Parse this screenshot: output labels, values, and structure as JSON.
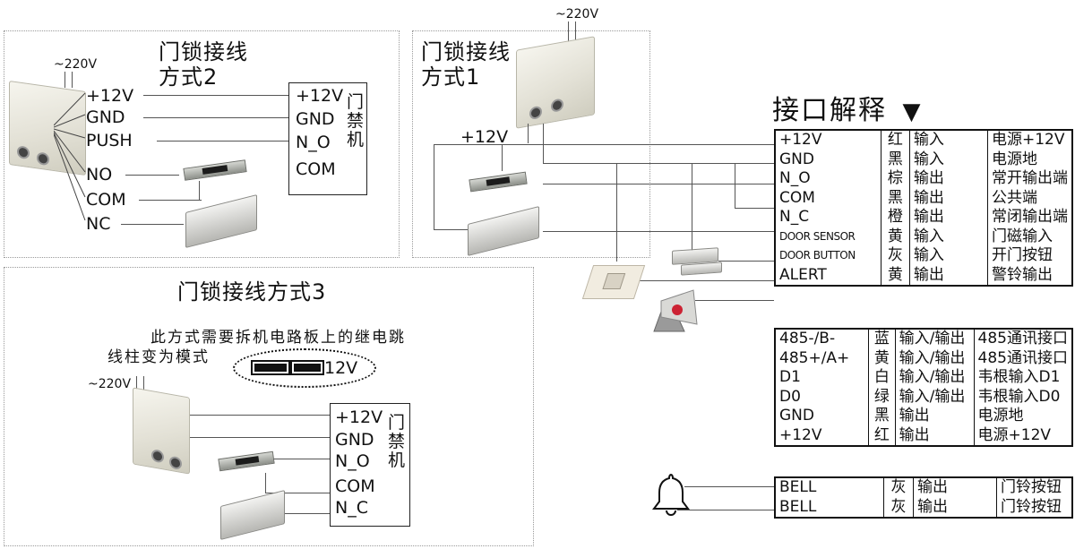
{
  "explain": {
    "title": "接口解释",
    "arrow": "▼",
    "group1": [
      [
        "+12V",
        "红",
        "输入",
        "电源+12V"
      ],
      [
        "GND",
        "黑",
        "输入",
        "电源地"
      ],
      [
        "N_O",
        "棕",
        "输出",
        "常开输出端"
      ],
      [
        "COM",
        "黑",
        "输出",
        "公共端"
      ],
      [
        "N_C",
        "橙",
        "输出",
        "常闭输出端"
      ],
      [
        "DOOR SENSOR",
        "黄",
        "输入",
        "门磁输入"
      ],
      [
        "DOOR BUTTON",
        "灰",
        "输入",
        "开门按钮"
      ],
      [
        "ALERT",
        "黄",
        "输出",
        "警铃输出"
      ]
    ],
    "group2": [
      [
        "485-/B-",
        "蓝",
        "输入/输出",
        "485通讯接口"
      ],
      [
        "485+/A+",
        "黄",
        "输入/输出",
        "485通讯接口"
      ],
      [
        "D1",
        "白",
        "输入/输出",
        "韦根输入D1"
      ],
      [
        "D0",
        "绿",
        "输入/输出",
        "韦根输入D0"
      ],
      [
        "GND",
        "黑",
        "输出",
        "电源地"
      ],
      [
        "+12V",
        "红",
        "输出",
        "电源+12V"
      ]
    ],
    "group3": [
      [
        "BELL",
        "灰",
        "输出",
        "门铃按钮"
      ],
      [
        "BELL",
        "灰",
        "输出",
        "门铃按钮"
      ]
    ]
  },
  "method2": {
    "title_line1": "门锁接线",
    "title_line2": "方式2",
    "ac": "~220V",
    "psu_terms": [
      "+12V",
      "GND",
      "PUSH",
      "NO",
      "COM",
      "NC"
    ],
    "box_terms": [
      "+12V",
      "GND",
      "N_O",
      "COM"
    ],
    "box_side": [
      "门",
      "禁",
      "机"
    ]
  },
  "method1": {
    "title_line1": "门锁接线",
    "title_line2": "方式1",
    "ac": "~220V",
    "v12": "+12V"
  },
  "method3": {
    "title": "门锁接线方式3",
    "note_line1": "此方式需要拆机电路板上的继电跳",
    "note_line2": "线柱变为模式",
    "jumper_label": "12V",
    "ac": "~220V",
    "box_terms": [
      "+12V",
      "GND",
      "N_O",
      "COM",
      "N_C"
    ],
    "box_side": [
      "门",
      "禁",
      "机"
    ]
  }
}
